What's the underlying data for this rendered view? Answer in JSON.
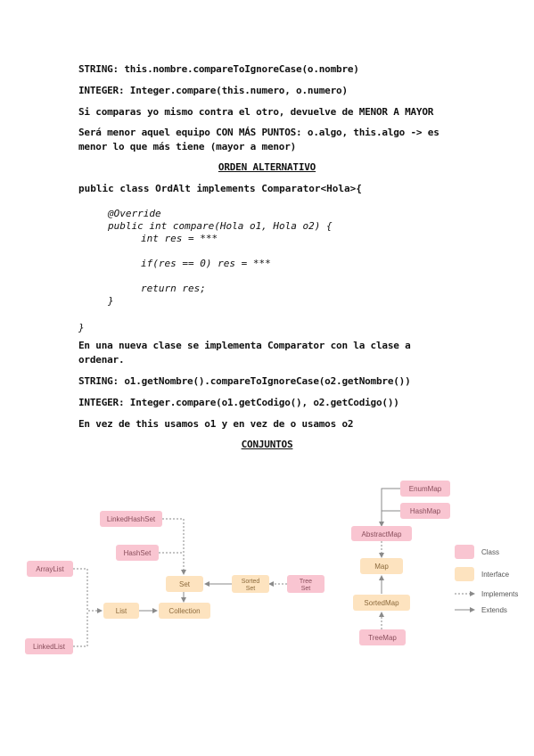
{
  "lines": {
    "string_nombre": "STRING: this.nombre.compareToIgnoreCase(o.nombre)",
    "integer_numero": "INTEGER: Integer.compare(this.numero, o.numero)",
    "comparas": "Si comparas yo mismo contra el otro, devuelve de MENOR A MAYOR",
    "sera_menor": "Será menor aquel equipo CON MÁS PUNTOS: o.algo, this.algo -> es menor lo que más tiene (mayor a menor)",
    "heading_orden": "ORDEN ALTERNATIVO",
    "class_decl": "public class OrdAlt implements Comparator<Hola>{",
    "override": "@Override",
    "method_sig": "public int compare(Hola o1, Hola o2) {",
    "int_res": "int res = ***",
    "if_res": "if(res == 0) res = ***",
    "return_res": "return res;",
    "close_method": "}",
    "close_class": "}",
    "nueva_clase": "En una nueva clase se implementa Comparator con la clase a ordenar.",
    "string_o1": "STRING: o1.getNombre().compareToIgnoreCase(o2.getNombre())",
    "integer_o1": "INTEGER: Integer.compare(o1.getCodigo(), o2.getCodigo())",
    "en_vez": "En vez de this usamos o1 y en vez de o usamos o2",
    "heading_conjuntos": "CONJUNTOS"
  },
  "diagram": {
    "nodes": {
      "linkedhashset": "LinkedHashSet",
      "hashset": "HashSet",
      "arraylist": "ArrayList",
      "linkedlist": "LinkedList",
      "list": "List",
      "collection": "Collection",
      "set": "Set",
      "sortedset_1": "Sorted",
      "sortedset_2": "Set",
      "treeset_1": "Tree",
      "treeset_2": "Set",
      "enummap": "EnumMap",
      "hashmap": "HashMap",
      "abstractmap": "AbstractMap",
      "map": "Map",
      "sortedmap": "SortedMap",
      "treemap": "TreeMap"
    },
    "legend": {
      "class": "Class",
      "interface": "Interface",
      "implements": "Implements",
      "extends": "Extends"
    },
    "colors": {
      "class_fill": "#f9c5d1",
      "class_text": "#8a4e5c",
      "interface_fill": "#fde3bf",
      "interface_text": "#8c6a3c",
      "arrow": "#8a8a8a"
    }
  }
}
